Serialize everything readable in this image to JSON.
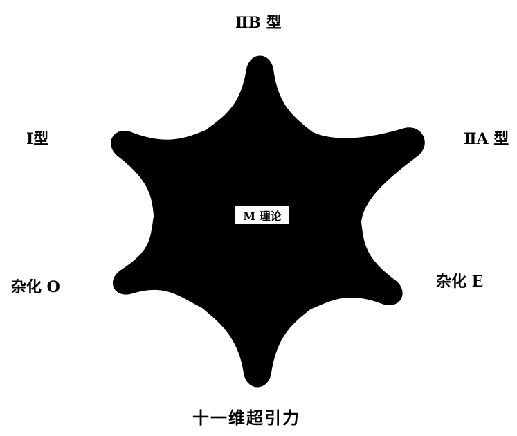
{
  "diagram": {
    "center": "M 理论",
    "limits": {
      "top": "ⅡB 型",
      "upper_left": "Ⅰ型",
      "upper_right": "ⅡA 型",
      "lower_left": "杂化 O",
      "lower_right": "杂化 E",
      "bottom": "十一维超引力"
    }
  },
  "colors": {
    "star_fill": "#000000",
    "background": "#ffffff"
  }
}
